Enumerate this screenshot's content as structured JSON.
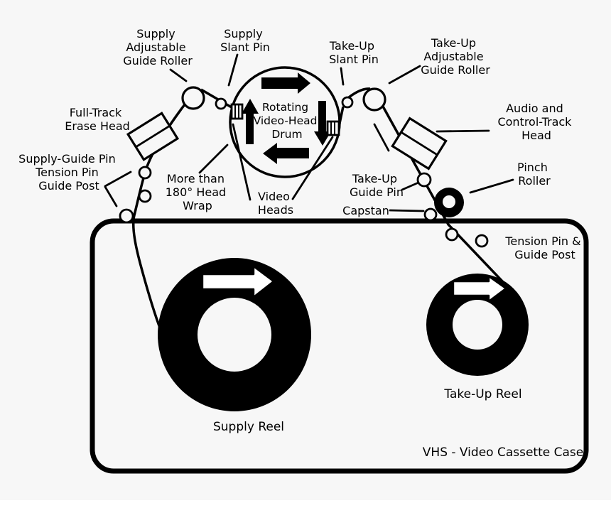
{
  "colors": {
    "bg": "#f7f7f7",
    "ink": "#000000",
    "paper": "#ffffff"
  },
  "labels": {
    "supply_adjustable_guide_roller": {
      "lines": [
        "Supply",
        "Adjustable",
        "Guide Roller"
      ]
    },
    "supply_slant_pin": {
      "lines": [
        "Supply",
        "Slant Pin"
      ]
    },
    "take_up_slant_pin": {
      "lines": [
        "Take-Up",
        "Slant Pin"
      ]
    },
    "take_up_adjustable_guide_roller": {
      "lines": [
        "Take-Up",
        "Adjustable",
        "Guide Roller"
      ]
    },
    "full_track_erase_head": {
      "lines": [
        "Full-Track",
        "Erase Head"
      ]
    },
    "audio_control_track_head": {
      "lines": [
        "Audio and",
        "Control-Track",
        "Head"
      ]
    },
    "supply_guide_pin_group": {
      "lines": [
        "Supply-Guide Pin",
        "Tension Pin",
        "Guide Post"
      ]
    },
    "rotating_video_head_drum": {
      "lines": [
        "Rotating",
        "Video-Head",
        "Drum"
      ]
    },
    "more_than_180_head_wrap": {
      "lines": [
        "More than",
        "180° Head",
        "Wrap"
      ]
    },
    "video_heads": {
      "lines": [
        "Video",
        "Heads"
      ]
    },
    "take_up_guide_pin": {
      "lines": [
        "Take-Up",
        "Guide Pin"
      ]
    },
    "capstan": "Capstan",
    "pinch_roller": {
      "lines": [
        "Pinch",
        "Roller"
      ]
    },
    "tension_pin_guide_post": {
      "lines": [
        "Tension Pin &",
        "Guide Post"
      ]
    },
    "supply_reel": "Supply Reel",
    "take_up_reel": "Take-Up Reel",
    "vhs_case": "VHS - Video Cassette Case"
  }
}
